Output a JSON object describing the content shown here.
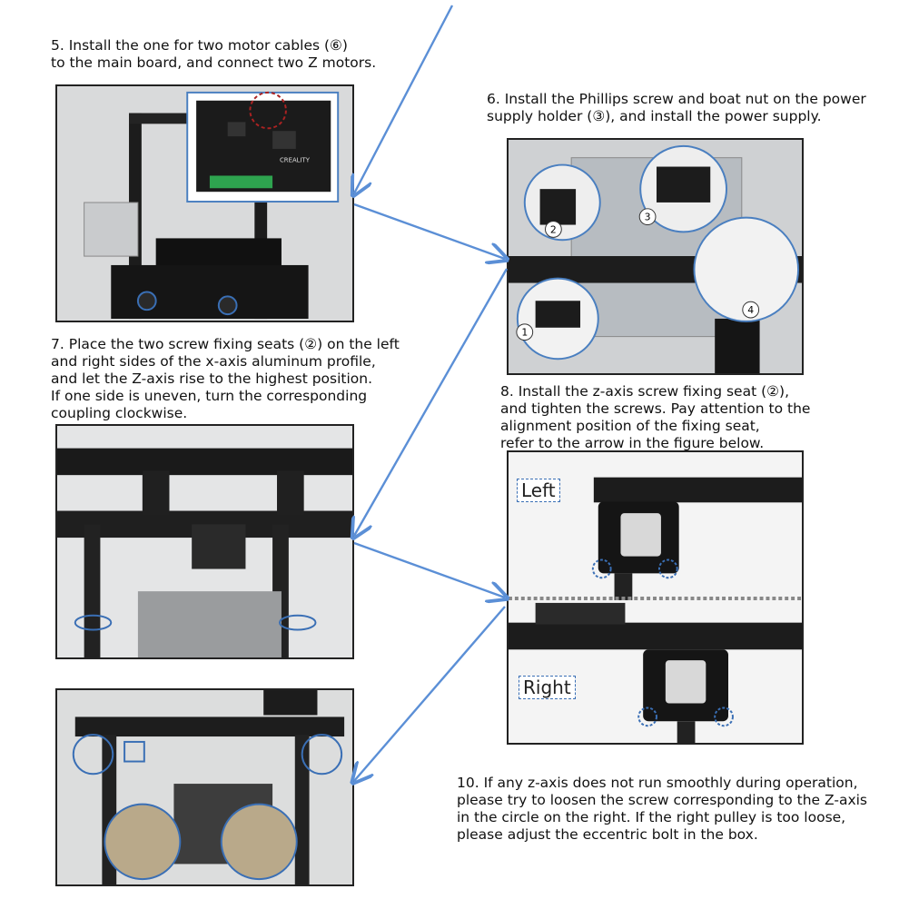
{
  "steps": {
    "s5": "5. Install the one for two motor cables (⑥)\nto the main board, and connect two Z motors.",
    "s6": "6. Install the Phillips screw and boat nut on the power\n supply holder (③), and install the power supply.",
    "s7": "7. Place the two screw fixing seats (②) on the left\nand right sides of the x-axis aluminum profile,\nand let the Z-axis rise to the highest position.\nIf one side is uneven, turn the corresponding\ncoupling clockwise.",
    "s8": "8. Install the z-axis screw fixing seat (②),\nand tighten the screws. Pay attention to the\nalignment position of the fixing seat,\nrefer to the arrow in the figure below.",
    "s10": "10. If any z-axis does not run smoothly during operation,\n please try to loosen the screw corresponding to the Z-axis\n in the circle on the right. If the right pulley is too loose,\nplease adjust the eccentric bolt in the box."
  },
  "labels": {
    "left": "Left",
    "right": "Right",
    "n1": "1",
    "n2": "2",
    "n3": "3",
    "n4": "4",
    "board_text": "CREALITY"
  },
  "colors": {
    "arrow": "#5b8fd6",
    "circle": "#2f5fa8",
    "frame": "#1e1e1e"
  }
}
